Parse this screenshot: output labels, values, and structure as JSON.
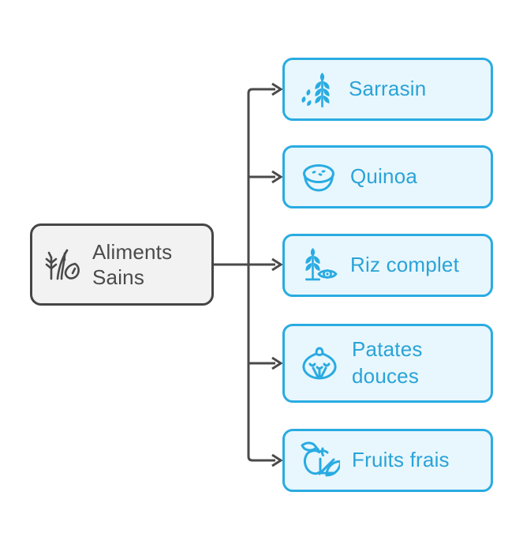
{
  "diagram": {
    "title_implied": "",
    "root": {
      "label": "Aliments Sains",
      "icon": "herbs-icon"
    },
    "nodes": [
      {
        "label": "Sarrasin",
        "icon": "wheat-icon"
      },
      {
        "label": "Quinoa",
        "icon": "bowl-icon"
      },
      {
        "label": "Riz complet",
        "icon": "grain-eye-icon"
      },
      {
        "label": "Patates douces",
        "icon": "sweet-potato-icon"
      },
      {
        "label": "Fruits frais",
        "icon": "fruit-icon"
      }
    ],
    "edges": [
      {
        "from": "Aliments Sains",
        "to": "Sarrasin"
      },
      {
        "from": "Aliments Sains",
        "to": "Quinoa"
      },
      {
        "from": "Aliments Sains",
        "to": "Riz complet"
      },
      {
        "from": "Aliments Sains",
        "to": "Patates douces"
      },
      {
        "from": "Aliments Sains",
        "to": "Fruits frais"
      }
    ],
    "colors": {
      "node_border": "#29abe2",
      "node_fill": "#e8f7fd",
      "node_text": "#2aa3d8",
      "root_border": "#454545",
      "root_fill": "#f2f2f2",
      "root_text": "#4a4a4a",
      "connector": "#4a4a4a",
      "background": "#ffffff"
    }
  }
}
